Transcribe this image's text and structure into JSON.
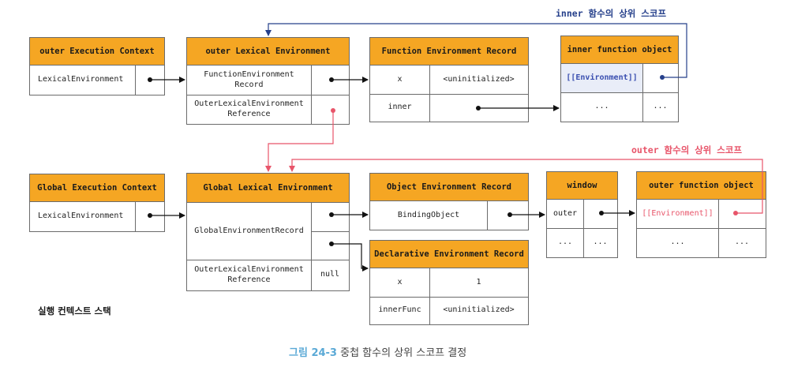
{
  "labels": {
    "inner_scope": "inner 함수의 상위 스코프",
    "outer_scope": "outer 함수의 상위 스코프",
    "stack": "실행 컨텍스트 스택",
    "caption_num": "그림 24-3",
    "caption_text": "중첩 함수의 상위 스코프 결정"
  },
  "outer_ec": {
    "title": "outer Execution Context",
    "row": "LexicalEnvironment"
  },
  "outer_le": {
    "title": "outer Lexical Environment",
    "row1": "FunctionEnvironment\nRecord",
    "row2": "OuterLexicalEnvironment\nReference"
  },
  "function_er": {
    "title": "Function Environment Record",
    "rows": [
      [
        "x",
        "<uninitialized>"
      ],
      [
        "inner",
        ""
      ]
    ]
  },
  "inner_fo": {
    "title": "inner function object",
    "env": "[[Environment]]",
    "dots1": "...",
    "dots2": "..."
  },
  "global_ec": {
    "title": "Global Execution Context",
    "row": "LexicalEnvironment"
  },
  "global_le": {
    "title": "Global Lexical Environment",
    "row1": "GlobalEnvironmentRecord",
    "row2": "OuterLexicalEnvironment\nReference",
    "row2_val": "null"
  },
  "object_er": {
    "title": "Object Environment Record",
    "row": "BindingObject"
  },
  "window": {
    "title": "window",
    "row1": "outer",
    "dots1": "...",
    "dots2": "..."
  },
  "outer_fo": {
    "title": "outer function object",
    "env": "[[Environment]]",
    "dots1": "...",
    "dots2": "..."
  },
  "declarative_er": {
    "title": "Declarative Environment Record",
    "rows": [
      [
        "x",
        "1"
      ],
      [
        "innerFunc",
        "<uninitialized>"
      ]
    ]
  },
  "colors": {
    "header": "#f5a623",
    "blue_arrow": "#26408b",
    "red_arrow": "#e8556a",
    "border": "#6b6b6b"
  }
}
